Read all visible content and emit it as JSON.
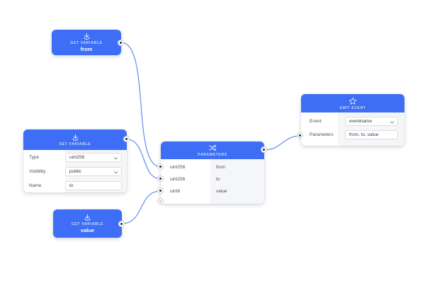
{
  "colors": {
    "accent": "#3d6ef5",
    "wire": "#6b96ee",
    "headerText": "#cfdcfc",
    "bodyLabel": "#4a4f57",
    "valueText": "#343a42",
    "portDot": "#22272e",
    "columnShade": "#f5f6f8",
    "nodeBg": "#ffffff"
  },
  "nodes": {
    "get_from": {
      "caption": "GET VARIABLE",
      "name": "from",
      "icon": "download-icon"
    },
    "set_variable": {
      "caption": "SET VARIABLE",
      "icon": "download-icon",
      "rows": [
        {
          "label": "Type",
          "value": "uint256",
          "control": "select"
        },
        {
          "label": "Visibility",
          "value": "public",
          "control": "select"
        },
        {
          "label": "Name",
          "value": "to",
          "control": "input"
        }
      ]
    },
    "get_value": {
      "caption": "GET VARIABLE",
      "name": "value",
      "icon": "download-icon"
    },
    "parameters": {
      "caption": "PARAMETERS",
      "icon": "shuffle-icon",
      "rows": [
        {
          "type": "uint256",
          "name": "from"
        },
        {
          "type": "uint256",
          "name": "to"
        },
        {
          "type": "uint8",
          "name": "value"
        }
      ]
    },
    "emit_event": {
      "caption": "EMIT EVENT",
      "icon": "star-icon",
      "rows": [
        {
          "label": "Event",
          "value": "eventname",
          "control": "select"
        },
        {
          "label": "Parameters",
          "value": "from, to, value",
          "control": "input"
        }
      ]
    }
  }
}
